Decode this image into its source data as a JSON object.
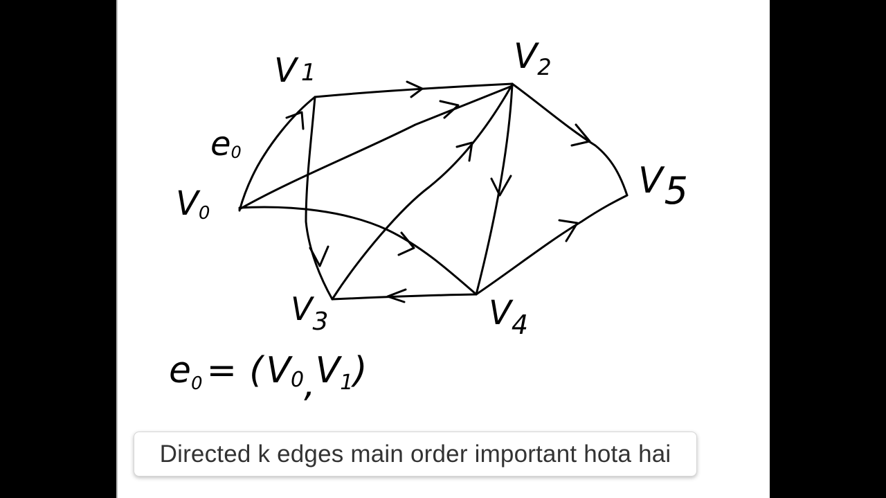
{
  "diagram": {
    "vertex_labels": {
      "v0": {
        "base": "V",
        "sub": "0"
      },
      "v1": {
        "base": "V",
        "sub": "1"
      },
      "v2": {
        "base": "V",
        "sub": "2"
      },
      "v3": {
        "base": "V",
        "sub": "3"
      },
      "v4": {
        "base": "V",
        "sub": "4"
      },
      "v5": {
        "base": "V",
        "sub": "5"
      }
    },
    "edge_label": {
      "base": "e",
      "sub": "0"
    },
    "edges": [
      {
        "from": "V0",
        "to": "V1"
      },
      {
        "from": "V1",
        "to": "V2"
      },
      {
        "from": "V0",
        "to": "V2"
      },
      {
        "from": "V1",
        "to": "V3"
      },
      {
        "from": "V0",
        "to": "V4"
      },
      {
        "from": "V3",
        "to": "V2"
      },
      {
        "from": "V2",
        "to": "V4"
      },
      {
        "from": "V4",
        "to": "V3"
      },
      {
        "from": "V2",
        "to": "V5"
      },
      {
        "from": "V4",
        "to": "V5"
      }
    ],
    "equation": {
      "lhs_base": "e",
      "lhs_sub": "0",
      "eq": "=",
      "open": "(",
      "a_base": "V",
      "a_sub": "0",
      "comma": ",",
      "b_base": "V",
      "b_sub": "1",
      "close": ")"
    }
  },
  "caption": {
    "text": "Directed k edges main order important hota hai"
  },
  "colors": {
    "background": "#000000",
    "canvas": "#ffffff",
    "ink": "#000000",
    "caption_text": "#333333"
  }
}
